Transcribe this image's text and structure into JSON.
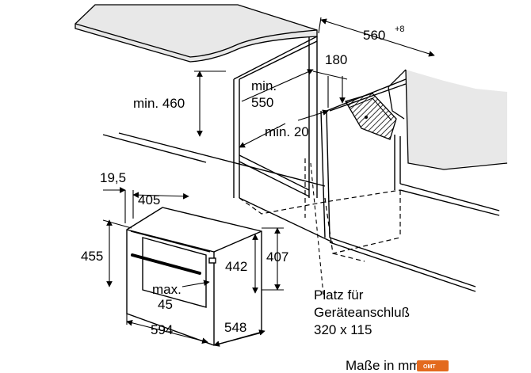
{
  "dimensions": {
    "depth_top": "560",
    "depth_top_sup": "+8",
    "d180": "180",
    "min550_a": "min.",
    "min550_b": "550",
    "min460": "min. 460",
    "min20": "min. 20",
    "d19_5": "19,5",
    "d405": "405",
    "d455": "455",
    "d442": "442",
    "d407": "407",
    "max_a": "max.",
    "max_b": "45",
    "d594": "594",
    "d548": "548"
  },
  "note": {
    "line1": "Platz für",
    "line2": "Geräteanschluß",
    "line3": "320 x 115"
  },
  "units_caption": "Maße in mm",
  "watermark": "OMT"
}
